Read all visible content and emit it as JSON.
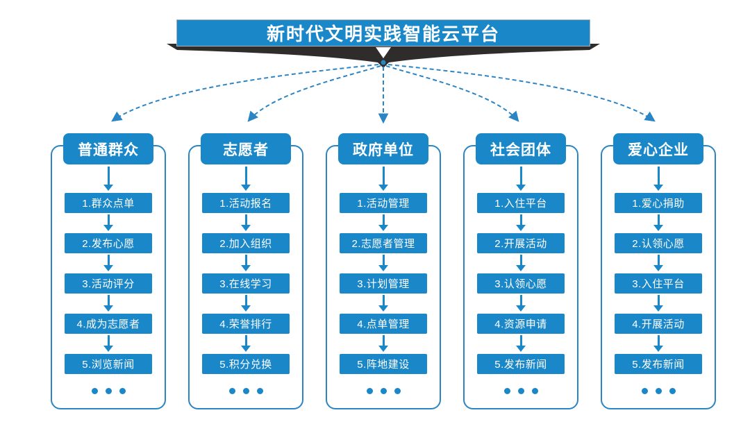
{
  "title": "新时代文明实践智能云平台",
  "colors": {
    "primary": "#1a87c9",
    "line": "#2b85c4",
    "dark": "#2e2d2c",
    "white": "#ffffff"
  },
  "ellipsis_dots": 3,
  "columns": [
    {
      "header": "普通群众",
      "items": [
        "1.群众点单",
        "2.发布心愿",
        "3.活动评分",
        "4.成为志愿者",
        "5.浏览新闻"
      ]
    },
    {
      "header": "志愿者",
      "items": [
        "1.活动报名",
        "2.加入组织",
        "3.在线学习",
        "4.荣誉排行",
        "5.积分兑换"
      ]
    },
    {
      "header": "政府单位",
      "items": [
        "1.活动管理",
        "2.志愿者管理",
        "3.计划管理",
        "4.点单管理",
        "5.阵地建设"
      ]
    },
    {
      "header": "社会团体",
      "items": [
        "1.入住平台",
        "2.开展活动",
        "3.认领心愿",
        "4.资源申请",
        "5.发布新闻"
      ]
    },
    {
      "header": "爱心企业",
      "items": [
        "1.爱心捐助",
        "2.认领心愿",
        "3.入住平台",
        "4.开展活动",
        "5.发布新闻"
      ]
    }
  ]
}
